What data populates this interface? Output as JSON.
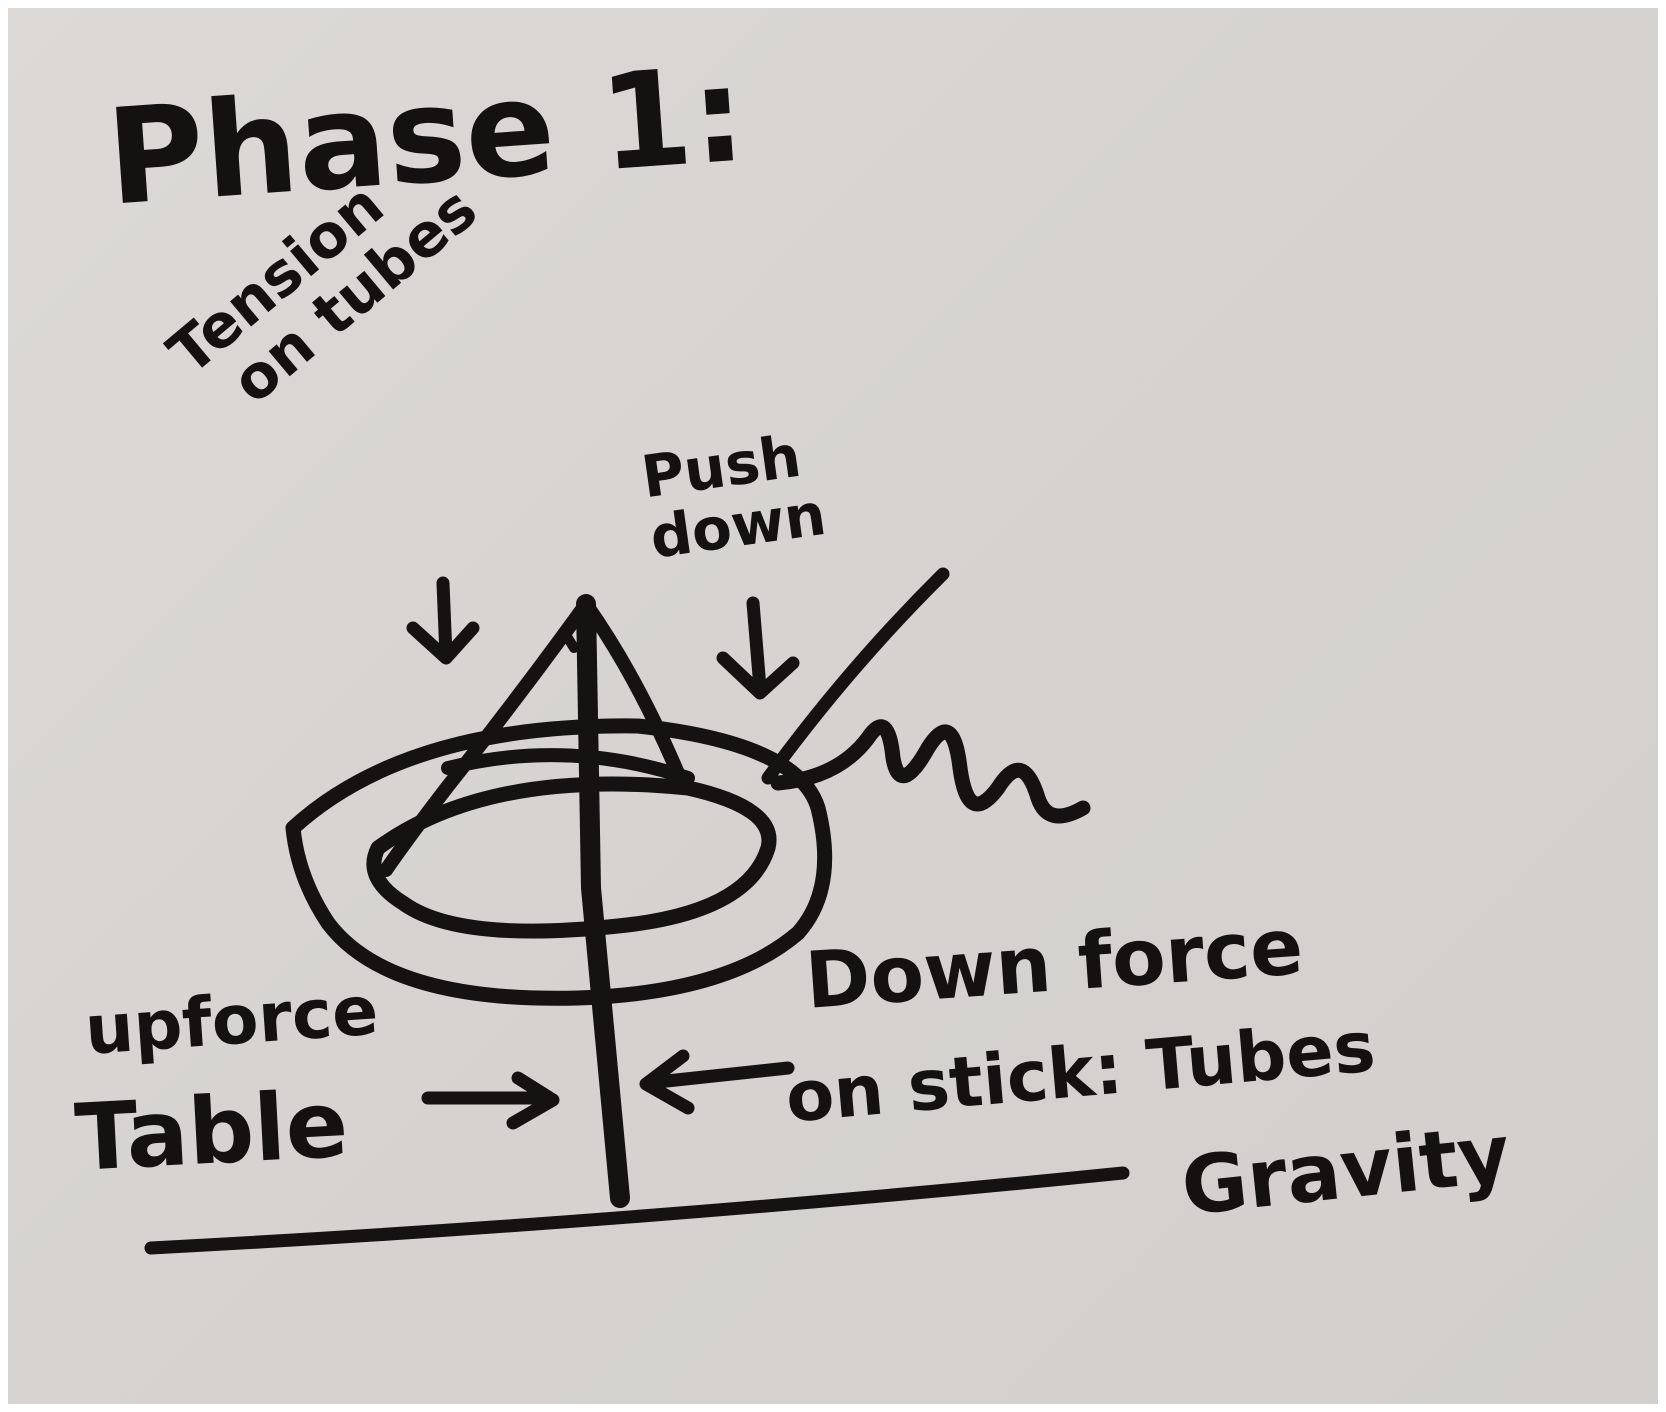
{
  "board": {
    "title": "Phase 1:",
    "labels": {
      "tension_line1": "Tension",
      "tension_line2": "on tubes",
      "push_line1": "Push",
      "push_line2": "down",
      "upforce": "upforce",
      "table": "Table",
      "downforce": "Down force",
      "on_stick": "on stick: Tubes",
      "gravity": "Gravity"
    },
    "colors": {
      "ink": "#151212",
      "whiteboard": "#d8d5d2"
    }
  }
}
